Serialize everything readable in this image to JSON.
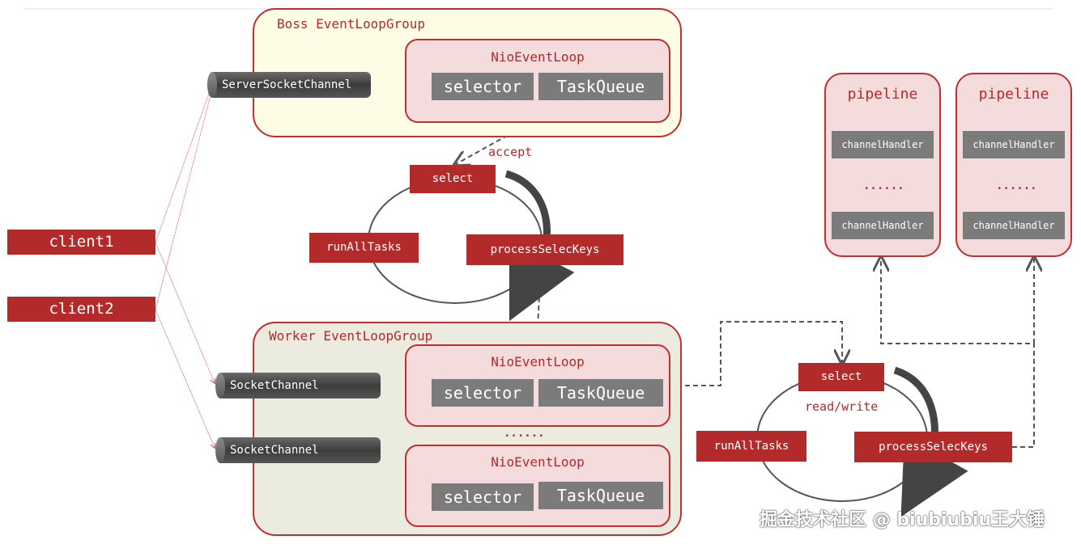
{
  "boss_group": {
    "title": "Boss EventLoopGroup",
    "nio": {
      "title": "NioEventLoop",
      "selector": "selector",
      "task_queue": "TaskQueue"
    }
  },
  "server_channel": "ServerSocketChannel",
  "boss_loop": {
    "select": "select",
    "accept": "accept",
    "run_all_tasks": "runAllTasks",
    "process_keys": "processSelecKeys"
  },
  "clients": [
    "client1",
    "client2"
  ],
  "worker_group": {
    "title": "Worker EventLoopGroup",
    "nio": [
      {
        "title": "NioEventLoop",
        "selector": "selector",
        "task_queue": "TaskQueue"
      },
      {
        "title": "NioEventLoop",
        "selector": "selector",
        "task_queue": "TaskQueue"
      }
    ],
    "ellipsis": "......"
  },
  "socket_channels": [
    "SocketChannel",
    "SocketChannel"
  ],
  "worker_loop": {
    "select": "select",
    "read_write": "read/write",
    "run_all_tasks": "runAllTasks",
    "process_keys": "processSelecKeys"
  },
  "pipelines": [
    {
      "title": "pipeline",
      "handlers": [
        "channelHandler",
        "channelHandler"
      ],
      "ellipsis": "......"
    },
    {
      "title": "pipeline",
      "handlers": [
        "channelHandler",
        "channelHandler"
      ],
      "ellipsis": "......"
    }
  ],
  "watermark": "掘金技术社区 @ biubiubiu王大锤",
  "colors": {
    "accent": "#b22a2a",
    "box_gray": "#7b7b7b",
    "boss_bg": "#fdfde6",
    "worker_bg": "#ecebe0",
    "nio_bg": "#f4dcdc"
  }
}
